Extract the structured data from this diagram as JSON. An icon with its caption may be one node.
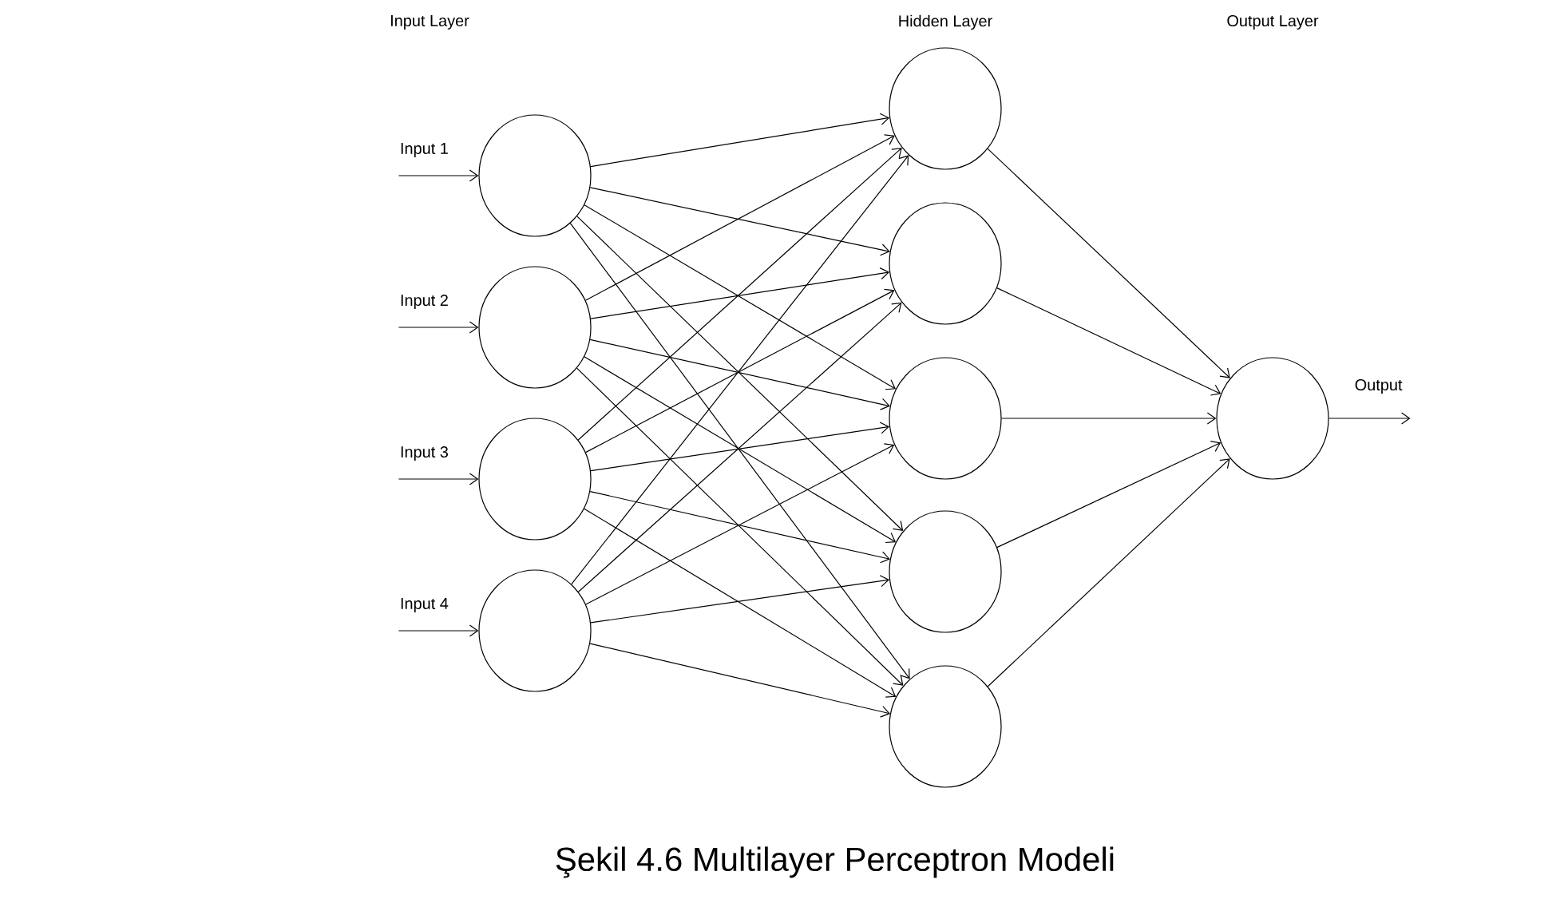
{
  "diagram": {
    "caption": "Şekil 4.6 Multilayer Perceptron Modeli",
    "nodes": [
      {
        "text": [],
        "shape": "circle",
        "beside": [
          "Input 1"
        ]
      },
      {
        "text": [],
        "shape": "circle",
        "beside": [
          "Input 2"
        ]
      },
      {
        "text": [],
        "shape": "circle",
        "beside": [
          "Input 3"
        ]
      },
      {
        "text": [],
        "shape": "circle",
        "beside": [
          "Input 4"
        ]
      },
      {
        "text": [],
        "shape": "circle"
      },
      {
        "text": [],
        "shape": "circle"
      },
      {
        "text": [],
        "shape": "circle"
      },
      {
        "text": [],
        "shape": "circle"
      },
      {
        "text": [],
        "shape": "circle"
      },
      {
        "text": [],
        "shape": "circle",
        "beside": [
          "Output"
        ]
      }
    ],
    "edges": [
      {
        "from": null,
        "to": 0,
        "arrow": "to"
      },
      {
        "from": null,
        "to": 1,
        "arrow": "to"
      },
      {
        "from": null,
        "to": 2,
        "arrow": "to"
      },
      {
        "from": null,
        "to": 3,
        "arrow": "to"
      },
      {
        "from": 0,
        "to": 4,
        "arrow": "to"
      },
      {
        "from": 0,
        "to": 5,
        "arrow": "to"
      },
      {
        "from": 0,
        "to": 6,
        "arrow": "to"
      },
      {
        "from": 0,
        "to": 7,
        "arrow": "to"
      },
      {
        "from": 0,
        "to": 8,
        "arrow": "to"
      },
      {
        "from": 1,
        "to": 4,
        "arrow": "to"
      },
      {
        "from": 1,
        "to": 5,
        "arrow": "to"
      },
      {
        "from": 1,
        "to": 6,
        "arrow": "to"
      },
      {
        "from": 1,
        "to": 7,
        "arrow": "to"
      },
      {
        "from": 1,
        "to": 8,
        "arrow": "to"
      },
      {
        "from": 2,
        "to": 4,
        "arrow": "to"
      },
      {
        "from": 2,
        "to": 5,
        "arrow": "to"
      },
      {
        "from": 2,
        "to": 6,
        "arrow": "to"
      },
      {
        "from": 2,
        "to": 7,
        "arrow": "to"
      },
      {
        "from": 2,
        "to": 8,
        "arrow": "to"
      },
      {
        "from": 3,
        "to": 4,
        "arrow": "to"
      },
      {
        "from": 3,
        "to": 5,
        "arrow": "to"
      },
      {
        "from": 3,
        "to": 6,
        "arrow": "to"
      },
      {
        "from": 3,
        "to": 7,
        "arrow": "to"
      },
      {
        "from": 3,
        "to": 8,
        "arrow": "to"
      },
      {
        "from": 4,
        "to": 9,
        "arrow": "to"
      },
      {
        "from": 5,
        "to": 9,
        "arrow": "to"
      },
      {
        "from": 6,
        "to": 9,
        "arrow": "to"
      },
      {
        "from": 7,
        "to": 9,
        "arrow": "to"
      },
      {
        "from": 8,
        "to": 9,
        "arrow": "to"
      },
      {
        "from": 9,
        "to": null,
        "arrow": "to"
      }
    ],
    "labels": [
      "Input Layer",
      "Hidden Layer",
      "Output Layer"
    ]
  }
}
